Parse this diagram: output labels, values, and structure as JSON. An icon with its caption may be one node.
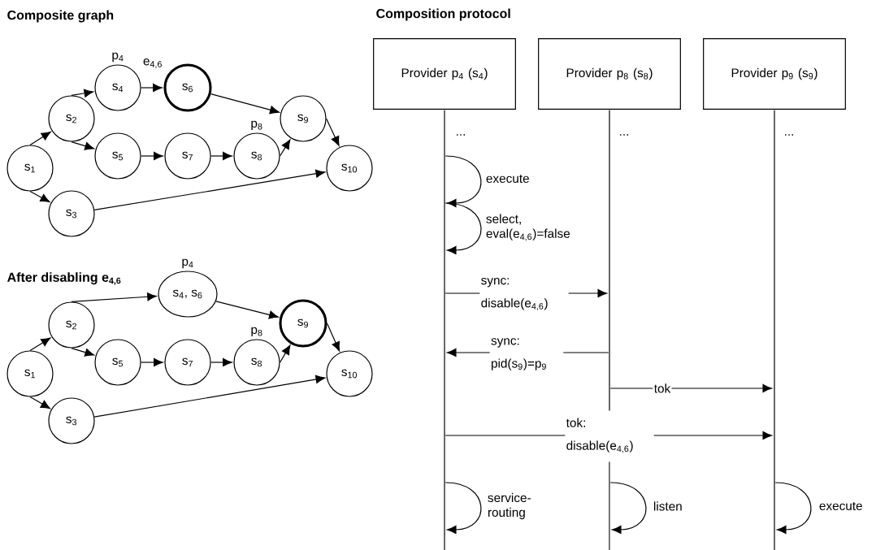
{
  "diagram": {
    "nodes": [
      {
        "text": [
          "s$_{1}$"
        ]
      },
      {
        "text": [
          "s$_{2}$"
        ]
      },
      {
        "text": [
          "s$_{3}$"
        ]
      },
      {
        "text": [
          "s$_{4}$"
        ],
        "beside": [
          "p$_{4}$"
        ]
      },
      {
        "text": [
          "s$_{5}$"
        ]
      },
      {
        "text": [
          "s$_{6}$"
        ]
      },
      {
        "text": [
          "s$_{7}$"
        ]
      },
      {
        "text": [
          "s$_{8}$"
        ],
        "beside": [
          "p$_{8}$"
        ]
      },
      {
        "text": [
          "s$_{9}$"
        ]
      },
      {
        "text": [
          "s$_{10}$"
        ]
      },
      {
        "text": [
          "s$_{1}$"
        ]
      },
      {
        "text": [
          "s$_{2}$"
        ]
      },
      {
        "text": [
          "s$_{3}$"
        ]
      },
      {
        "text": [
          "s$_{4}$, s$_{6}$"
        ],
        "beside": [
          "p$_{4}$"
        ]
      },
      {
        "text": [
          "s$_{5}$"
        ]
      },
      {
        "text": [
          "s$_{7}$"
        ]
      },
      {
        "text": [
          "s$_{8}$"
        ],
        "beside": [
          "p$_{8}$"
        ]
      },
      {
        "text": [
          "s$_{9}$"
        ]
      },
      {
        "text": [
          "s$_{10}$"
        ]
      },
      {
        "text": [
          "Provider p$_{4}$ (s$_{4}$)"
        ]
      },
      {
        "text": [
          "Provider p$_{8}$ (s$_{8}$)"
        ]
      },
      {
        "text": [
          "Provider p$_{9}$ (s$_{9}$)"
        ]
      },
      {
        "text": [],
        "shape": "line"
      },
      {
        "text": [],
        "shape": "line"
      },
      {
        "text": [],
        "shape": "line"
      },
      {
        "text": [],
        "shape": "line"
      }
    ],
    "edges": [
      {
        "from": 0,
        "to": 1,
        "arrow": "to"
      },
      {
        "from": 0,
        "to": 2,
        "arrow": "to"
      },
      {
        "from": 1,
        "to": 3,
        "arrow": "to"
      },
      {
        "from": 1,
        "to": 4,
        "arrow": "to"
      },
      {
        "from": 3,
        "to": 5,
        "arrow": "to",
        "label": "e$_{4,6}$"
      },
      {
        "from": 4,
        "to": 6,
        "arrow": "to"
      },
      {
        "from": 6,
        "to": 7,
        "arrow": "to"
      },
      {
        "from": 7,
        "to": 8,
        "arrow": "to"
      },
      {
        "from": 5,
        "to": 8,
        "arrow": "to"
      },
      {
        "from": 8,
        "to": 9,
        "arrow": "to"
      },
      {
        "from": 2,
        "to": 9,
        "arrow": "to"
      },
      {
        "from": 10,
        "to": 11,
        "arrow": "to"
      },
      {
        "from": 10,
        "to": 12,
        "arrow": "to"
      },
      {
        "from": 11,
        "to": 13,
        "arrow": "to"
      },
      {
        "from": 11,
        "to": 14,
        "arrow": "to"
      },
      {
        "from": 14,
        "to": 15,
        "arrow": "to"
      },
      {
        "from": 15,
        "to": 16,
        "arrow": "to"
      },
      {
        "from": 16,
        "to": 17,
        "arrow": "to"
      },
      {
        "from": 13,
        "to": 17,
        "arrow": "to"
      },
      {
        "from": 17,
        "to": 18,
        "arrow": "to"
      },
      {
        "from": 12,
        "to": 18,
        "arrow": "to"
      },
      {
        "from": 22,
        "to": 22,
        "arrow": "to",
        "label": "execute"
      },
      {
        "from": 22,
        "to": 22,
        "arrow": "to",
        "label": "select, eval(e$_{4,6}$)=false"
      },
      {
        "from": 22,
        "to": 23,
        "arrow": "to",
        "label": "sync: disable(e$_{4,6}$)"
      },
      {
        "from": 23,
        "to": 22,
        "arrow": "to",
        "label": "sync: pid(s$_{9}$)=p$_{9}$"
      },
      {
        "from": 23,
        "to": 25,
        "arrow": "to",
        "label": "tok"
      },
      {
        "from": 22,
        "to": 25,
        "arrow": "to",
        "label": "tok: disable(e$_{4,6}$)"
      },
      {
        "from": 22,
        "to": 22,
        "arrow": "to",
        "label": "service-routing"
      },
      {
        "from": 24,
        "to": 24,
        "arrow": "to",
        "label": "listen"
      },
      {
        "from": 25,
        "to": 25,
        "arrow": "to",
        "label": "execute"
      }
    ],
    "labels": [
      "Composite graph",
      "Composition protocol",
      "...",
      "...",
      "...",
      "After disabling e$_{4,6}$"
    ]
  }
}
